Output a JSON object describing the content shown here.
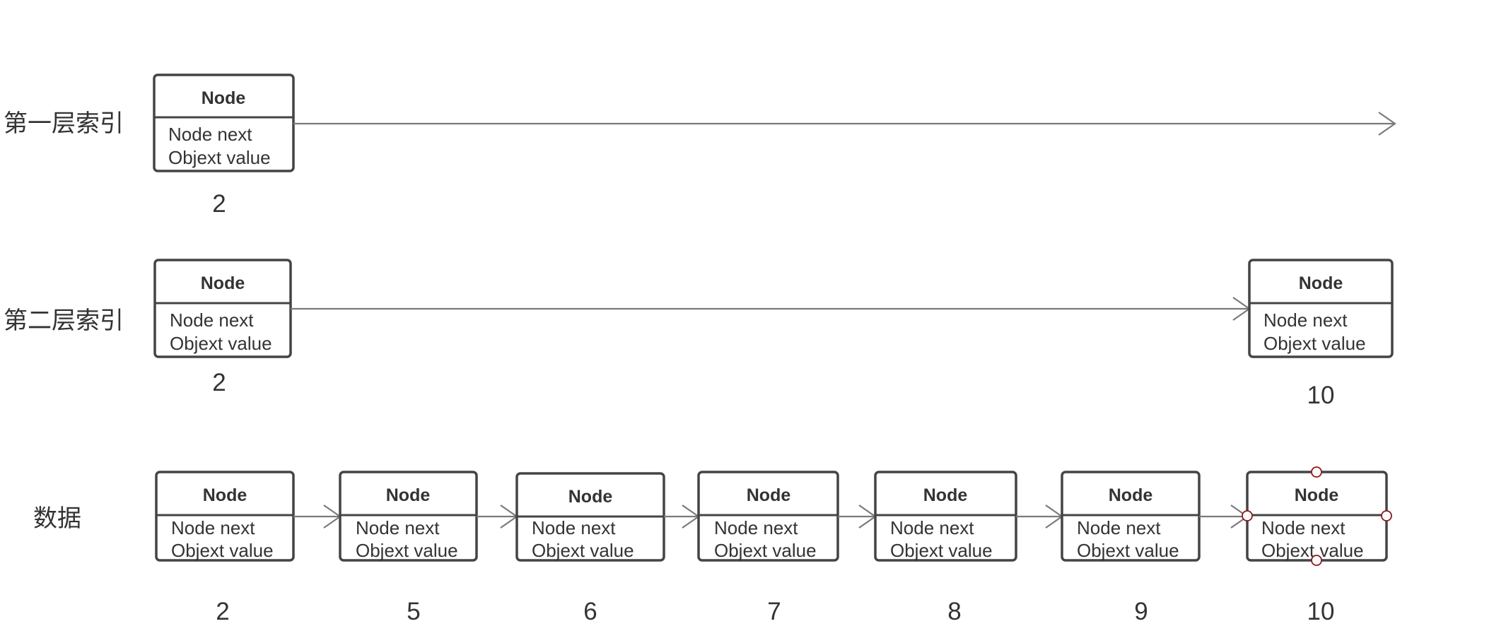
{
  "levels": {
    "level1": "第一层索引",
    "level2": "第二层索引",
    "data": "数据"
  },
  "node_template": {
    "header": "Node",
    "field_next": "Node next",
    "field_value": "Objext value"
  },
  "keys": {
    "level1": [
      "2"
    ],
    "level2": [
      "2",
      "10"
    ],
    "data": [
      "2",
      "5",
      "6",
      "7",
      "8",
      "9",
      "10"
    ]
  }
}
